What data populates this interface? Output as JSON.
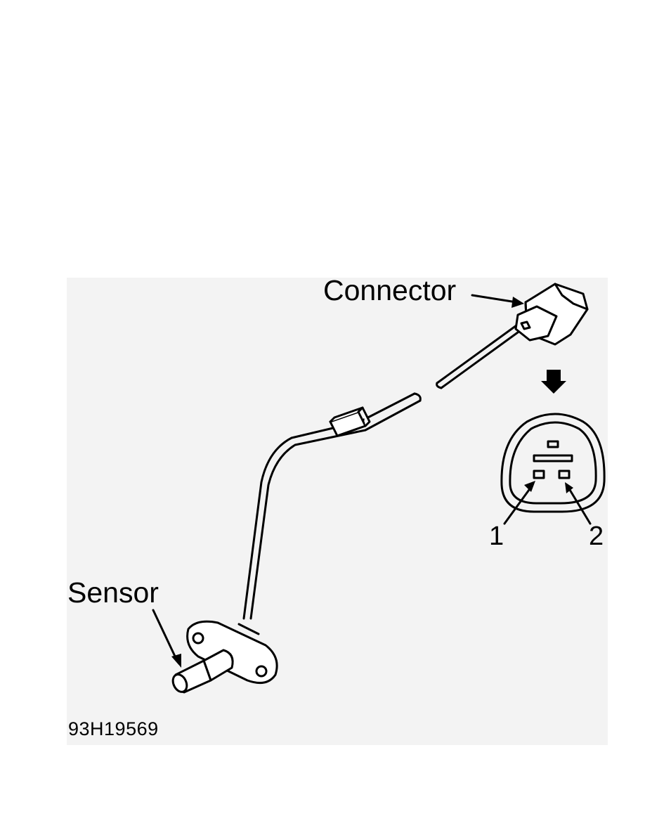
{
  "labels": {
    "connector": "Connector",
    "sensor": "Sensor",
    "pin_1": "1",
    "pin_2": "2",
    "figure_code": "93H19569"
  },
  "colors": {
    "line": "#000000",
    "fill": "#ffffff",
    "panel": "#f3f3f3"
  }
}
